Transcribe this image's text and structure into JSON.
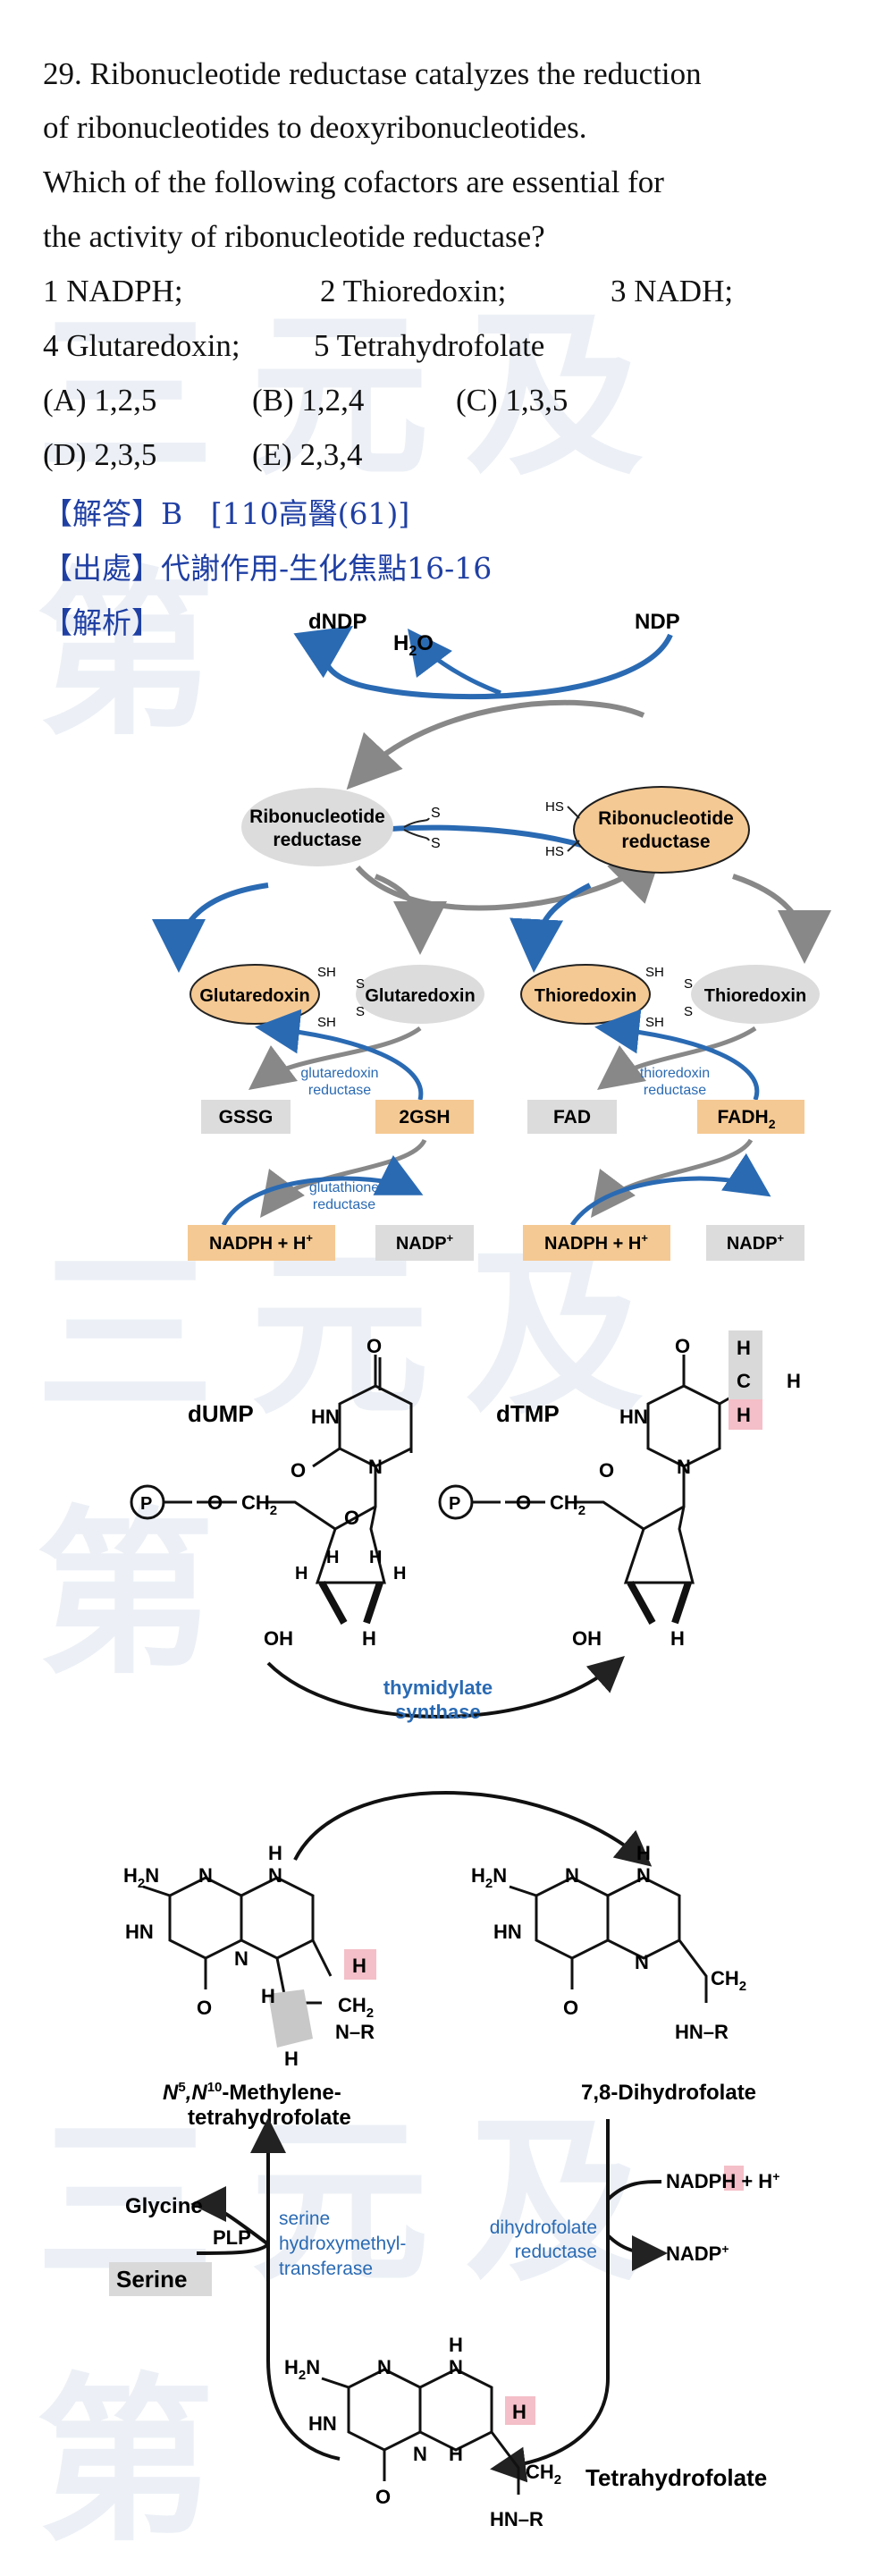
{
  "question": {
    "line1": "29. Ribonucleotide reductase catalyzes the reduction",
    "line2": "of ribonucleotides to deoxyribonucleotides.",
    "line3": "Which of the following cofactors are essential for",
    "line4": "the activity of ribonucleotide reductase?",
    "opt1": "1 NADPH;",
    "opt2": "2 Thioredoxin;",
    "opt3": "3 NADH;",
    "opt4": "4 Glutaredoxin;",
    "opt5": "5 Tetrahydrofolate",
    "choiceA": "(A) 1,2,5",
    "choiceB": "(B) 1,2,4",
    "choiceC": "(C) 1,3,5",
    "choiceD": "(D) 2,3,5",
    "choiceE": "(E) 2,3,4"
  },
  "answer": {
    "label": "【解答】B   [110高醫(61)]",
    "source": "【出處】代謝作用-生化焦點16-16",
    "analysis": "【解析】"
  },
  "watermark": "三元及第",
  "diagram1": {
    "dNDP": "dNDP",
    "H2O": "H",
    "H2O_sub": "2",
    "H2O_o": "O",
    "NDP": "NDP",
    "rr_left_1": "Ribonucleotide",
    "rr_left_2": "reductase",
    "rr_right_1": "Ribonucleotide",
    "rr_right_2": "reductase",
    "S": "S",
    "HS": "HS",
    "SH": "SH",
    "glutaredoxin": "Glutaredoxin",
    "thioredoxin": "Thioredoxin",
    "glut_red_1": "glutaredoxin",
    "glut_red_2": "reductase",
    "thio_red_1": "thioredoxin",
    "thio_red_2": "reductase",
    "gshr_1": "glutathione",
    "gshr_2": "reductase",
    "GSSG": "GSSG",
    "2GSH": "2GSH",
    "FAD": "FAD",
    "FADH2": "FADH",
    "FADH2_sub": "2",
    "NADPH_H": "NADPH + H",
    "plus": "+",
    "NADP": "NADP"
  },
  "diagram2": {
    "dUMP": "dUMP",
    "dTMP": "dTMP",
    "P": "P",
    "CH2": "CH",
    "sub2": "2",
    "O": "O",
    "H": "H",
    "HN": "HN",
    "N": "N",
    "OH": "OH",
    "H2N": "H",
    "NH": "NH",
    "R": "R",
    "thymidylate_1": "thymidylate",
    "thymidylate_2": "synthase",
    "methylene_1": "N",
    "methylene_sup5": "5",
    "methylene_sep": ",N",
    "methylene_sup10": "10",
    "methylene_2": "-Methylene-",
    "methylene_3": "tetrahydrofolate",
    "dihydrofolate": "7,8-Dihydrofolate",
    "glycine": "Glycine",
    "plp": "PLP",
    "serine": "Serine",
    "shmt_1": "serine",
    "shmt_2": "hydroxymethyl-",
    "shmt_3": "transferase",
    "dhfr_1": "dihydrofolate",
    "dhfr_2": "reductase",
    "nadph": "NADPH",
    "plus_h": " + H",
    "nadp": "NADP",
    "thf": "Tetrahydrofolate"
  }
}
